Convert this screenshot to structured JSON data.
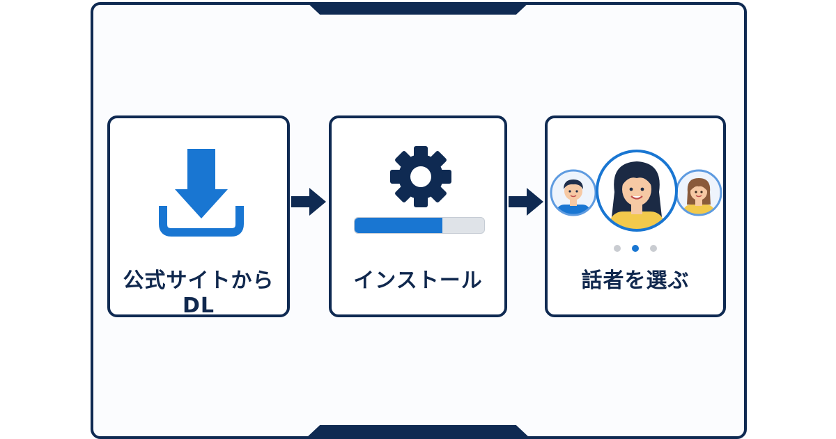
{
  "steps": [
    {
      "label": "公式サイトからDL",
      "icon": "download-icon"
    },
    {
      "label": "インストール",
      "icon": "gear-icon",
      "progress": 0.68
    },
    {
      "label": "話者を選ぶ",
      "icon": "speaker-avatars-icon",
      "carousel": {
        "count": 3,
        "active": 1
      }
    }
  ],
  "colors": {
    "navy": "#0f2a52",
    "blue": "#1976d2",
    "grey": "#dfe3e8"
  }
}
